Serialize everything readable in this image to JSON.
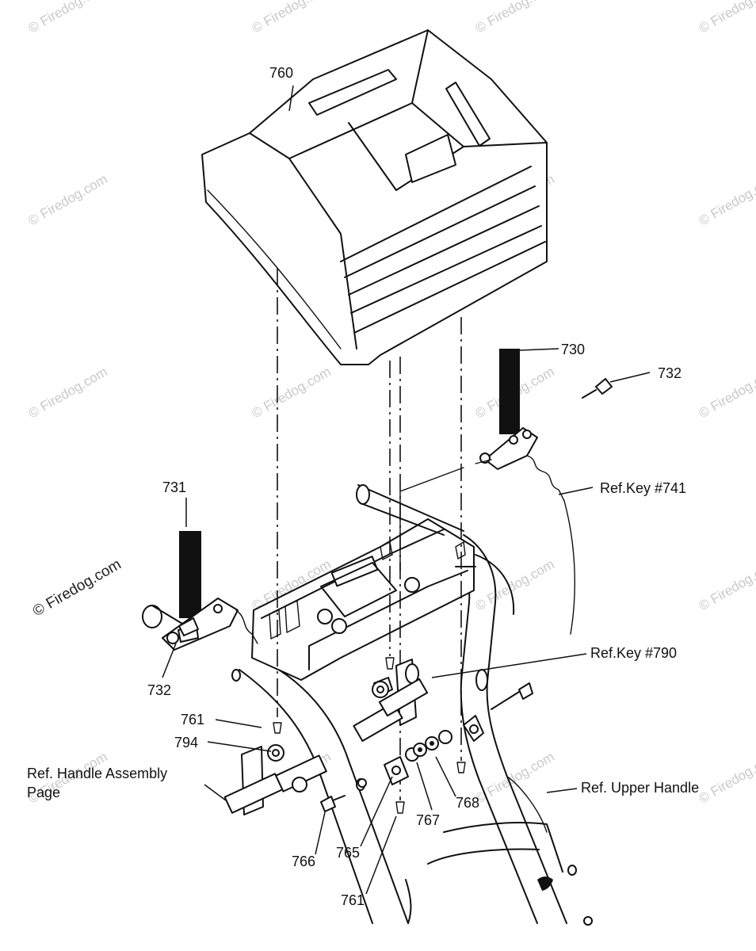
{
  "watermark": {
    "text": "© Firedog.com",
    "main_text": "© Firedog.com"
  },
  "callouts": {
    "c760": "760",
    "c730": "730",
    "c732_right": "732",
    "ref_741": "Ref.Key #741",
    "c731": "731",
    "c732_left": "732",
    "ref_790": "Ref.Key #790",
    "c761_top": "761",
    "c794": "794",
    "ref_handle_line1": "Ref. Handle Assembly",
    "ref_handle_line2": "Page",
    "ref_upper_handle": "Ref. Upper Handle",
    "c768": "768",
    "c767": "767",
    "c766": "766",
    "c765": "765",
    "c761_bottom": "761"
  }
}
